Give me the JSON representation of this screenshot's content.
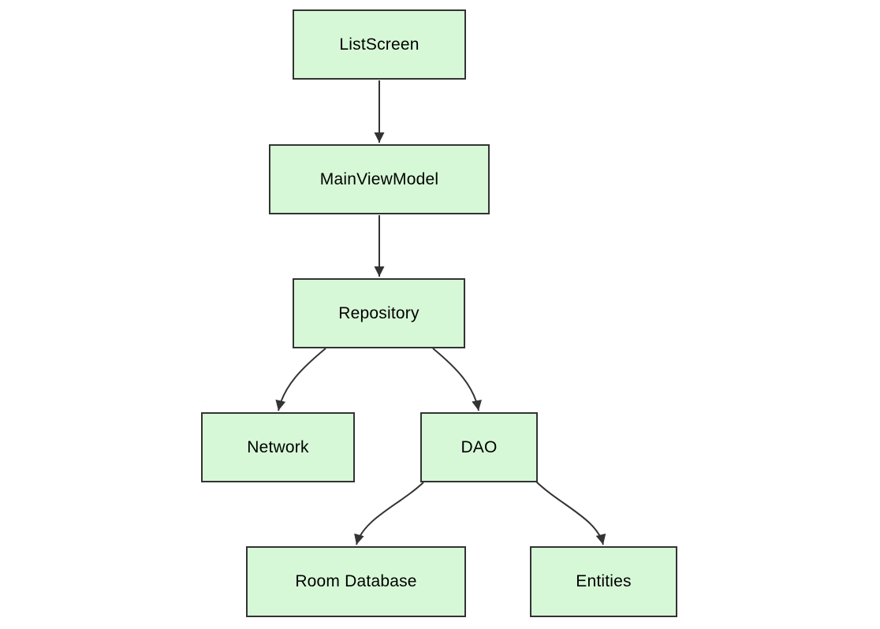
{
  "diagram": {
    "type": "flowchart",
    "direction": "top-down",
    "background_color": "#ffffff",
    "node_fill_color": "#d7f8d7",
    "node_border_color": "#333333",
    "edge_color": "#333333",
    "text_color": "#000000",
    "nodes": [
      {
        "id": "listscreen",
        "label": "ListScreen"
      },
      {
        "id": "mainviewmodel",
        "label": "MainViewModel"
      },
      {
        "id": "repository",
        "label": "Repository"
      },
      {
        "id": "network",
        "label": "Network"
      },
      {
        "id": "dao",
        "label": "DAO"
      },
      {
        "id": "roomdatabase",
        "label": "Room Database"
      },
      {
        "id": "entities",
        "label": "Entities"
      }
    ],
    "edges": [
      {
        "from": "ListScreen",
        "to": "MainViewModel"
      },
      {
        "from": "MainViewModel",
        "to": "Repository"
      },
      {
        "from": "Repository",
        "to": "Network"
      },
      {
        "from": "Repository",
        "to": "DAO"
      },
      {
        "from": "DAO",
        "to": "Room Database"
      },
      {
        "from": "DAO",
        "to": "Entities"
      }
    ]
  }
}
